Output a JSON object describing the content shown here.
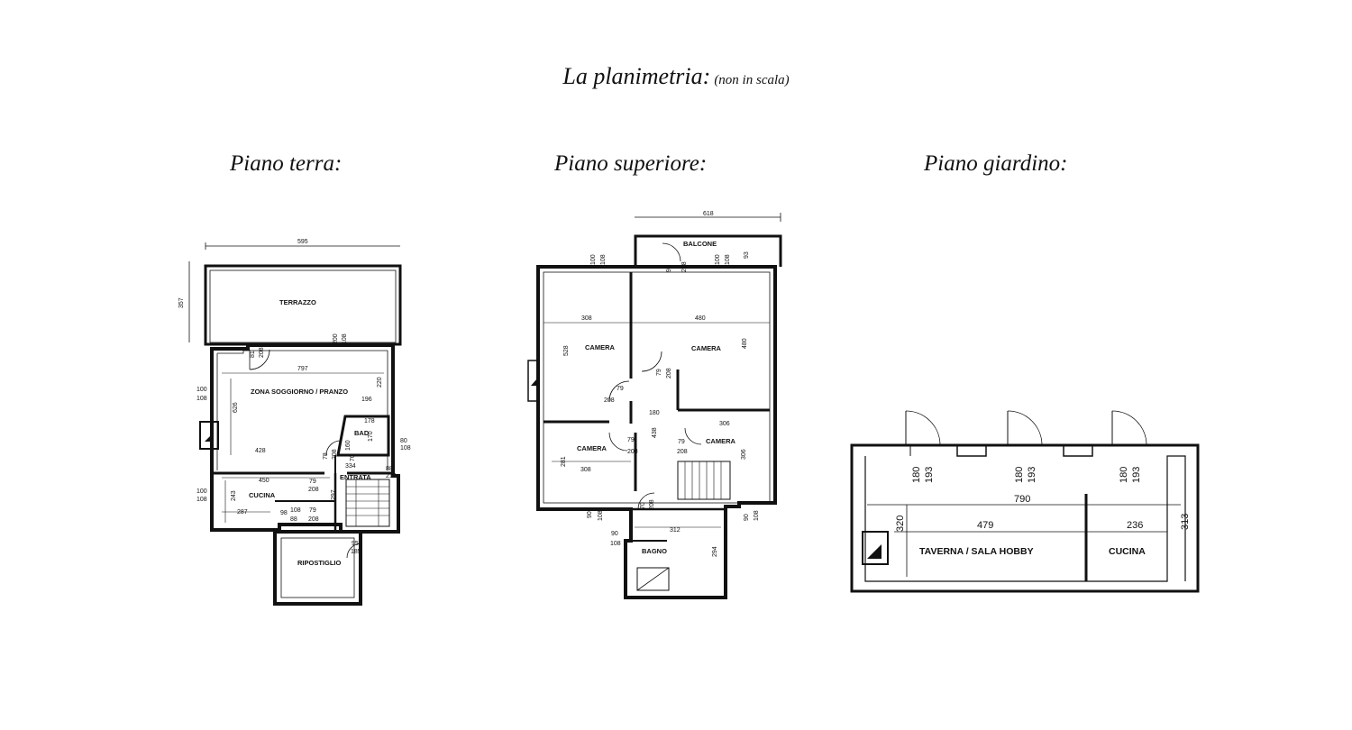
{
  "title": {
    "main": "La planimetria:",
    "sub": "(non in scala)"
  },
  "floors": {
    "terra": {
      "label": "Piano terra:",
      "rooms": {
        "terrazzo": "TERRAZZO",
        "soggiorno": "ZONA SOGGIORNO / PRANZO",
        "bagno": "BAD",
        "entrata": "ENTRATA",
        "cucina": "CUCINA",
        "ripostiglio": "RIPOSTIGLIO"
      },
      "dims": [
        "595",
        "357",
        "81",
        "208",
        "200",
        "108",
        "797",
        "100",
        "108",
        "626",
        "220",
        "196",
        "178",
        "160",
        "170",
        "80",
        "108",
        "428",
        "78",
        "208",
        "70",
        "334",
        "212",
        "88",
        "450",
        "79",
        "208",
        "297",
        "100",
        "108",
        "243",
        "287",
        "98",
        "108",
        "79",
        "208",
        "88",
        "95",
        "185"
      ]
    },
    "superiore": {
      "label": "Piano superiore:",
      "rooms": {
        "balcone": "BALCONE",
        "camera1": "CAMERA",
        "camera2": "CAMERA",
        "camera3": "CAMERA",
        "camera4": "CAMERA",
        "bagno": "BAGNO"
      },
      "dims": [
        "618",
        "100",
        "108",
        "90",
        "208",
        "100",
        "108",
        "93",
        "308",
        "480",
        "528",
        "480",
        "79",
        "208",
        "79",
        "208",
        "180",
        "306",
        "79",
        "208",
        "438",
        "79",
        "208",
        "306",
        "281",
        "308",
        "90",
        "108",
        "70",
        "208",
        "90",
        "108",
        "312",
        "90",
        "108",
        "294"
      ]
    },
    "giardino": {
      "label": "Piano giardino:",
      "rooms": {
        "taverna": "TAVERNA / SALA HOBBY",
        "cucina": "CUCINA"
      },
      "dims": [
        "180",
        "193",
        "180",
        "193",
        "180",
        "193",
        "790",
        "320",
        "479",
        "236",
        "313"
      ]
    }
  }
}
